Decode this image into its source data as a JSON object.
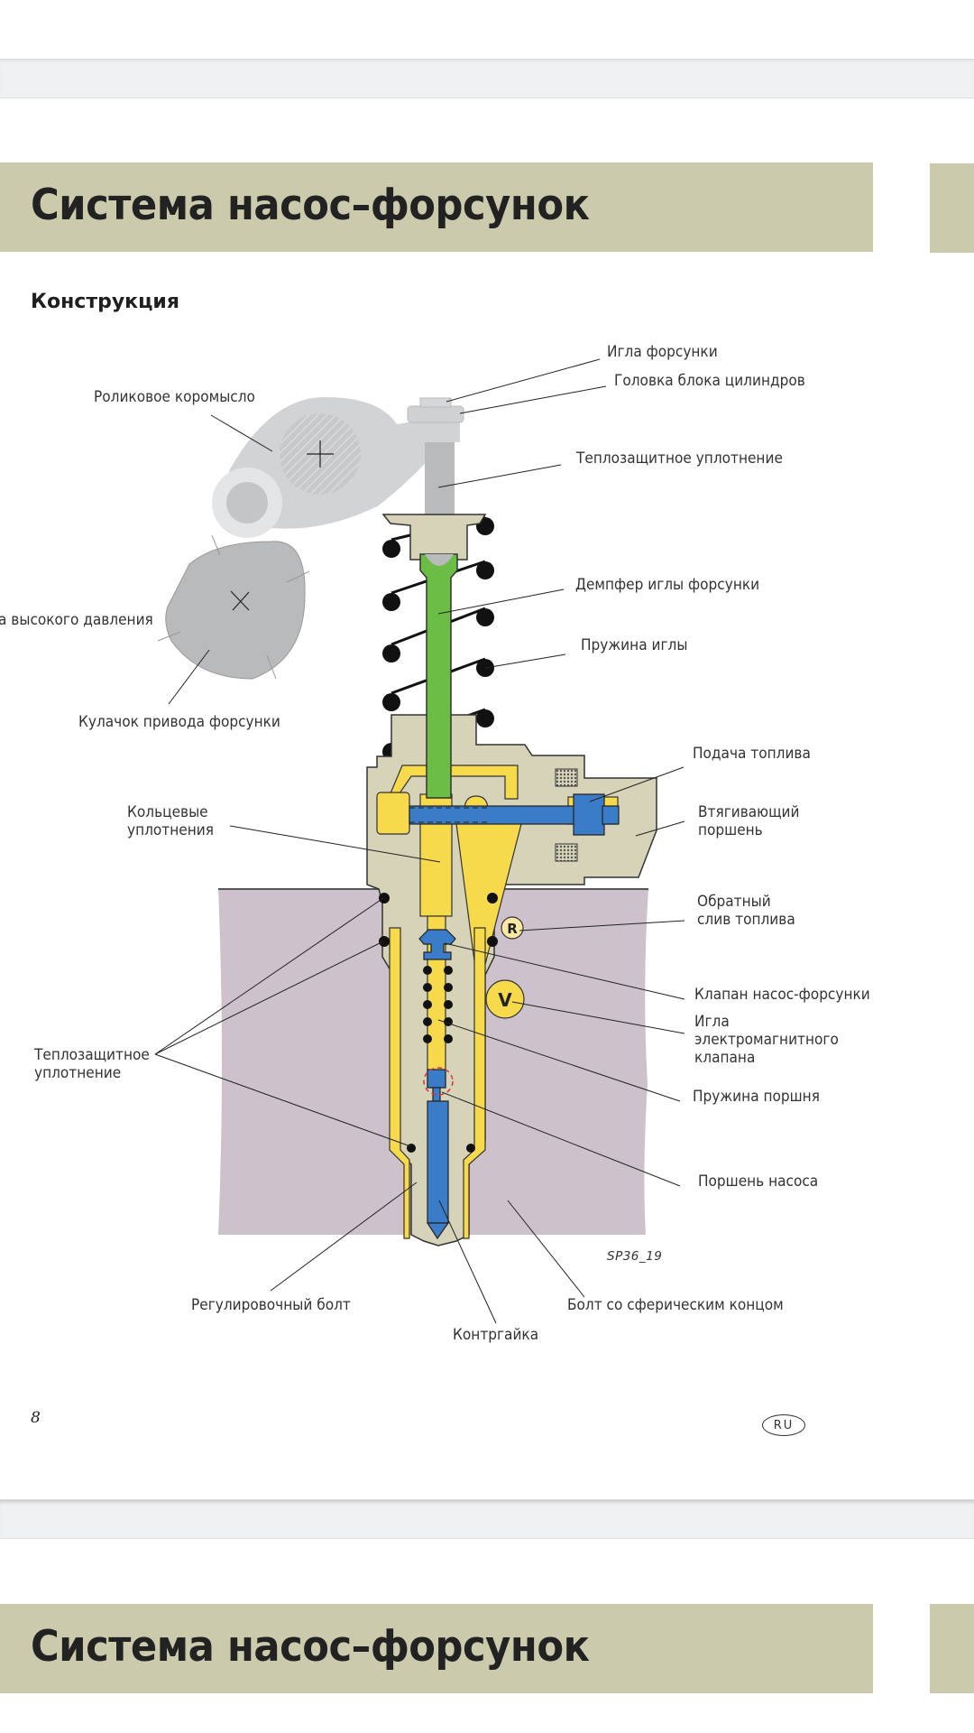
{
  "page1": {
    "banner_title": "Система насос–форсунок",
    "section_heading": "Конструкция",
    "figure_id": "SP36_19",
    "page_number": "8",
    "language_badge": "RU",
    "labels": {
      "injector_needle": "Игла форсунки",
      "cylinder_head": "Головка блока цилиндров",
      "roller_rocker": "Роликовое коромысло",
      "heat_seal_top": "Теплозащитное уплотнение",
      "needle_damper": "Демпфер иглы форсунки",
      "high_pressure_partial": "а высокого давления",
      "needle_spring": "Пружина иглы",
      "injector_cam": "Кулачок привода форсунки",
      "fuel_supply": "Подача топлива",
      "o_rings_line1": "Кольцевые",
      "o_rings_line2": "уплотнения",
      "retraction_piston_line1": "Втягивающий",
      "retraction_piston_line2": "поршень",
      "fuel_return_line1": "Обратный",
      "fuel_return_line2": "слив топлива",
      "unit_injector_valve": "Клапан насос-форсунки",
      "solenoid_needle_line1": "Игла",
      "solenoid_needle_line2": "электромагнитного",
      "solenoid_needle_line3": "клапана",
      "heat_seal_left_line1": "Теплозащитное",
      "heat_seal_left_line2": "уплотнение",
      "piston_spring": "Пружина поршня",
      "pump_piston": "Поршень насоса",
      "adjusting_bolt": "Регулировочный болт",
      "ball_end_bolt": "Болт со сферическим концом",
      "lock_nut": "Контргайка",
      "marker_r": "R",
      "marker_v": "V"
    }
  },
  "page2": {
    "banner_title": "Система насос–форсунок"
  },
  "colors": {
    "banner": "#cccaad",
    "cylinder_head": "#cdc2cc",
    "injector_body": "#d6d3b8",
    "fuel_yellow": "#f7d94c",
    "piston_blue": "#3a7cc7",
    "damper_green": "#6cbd45",
    "rocker_gray": "#d2d3d5",
    "cam_gray": "#b9babc"
  }
}
